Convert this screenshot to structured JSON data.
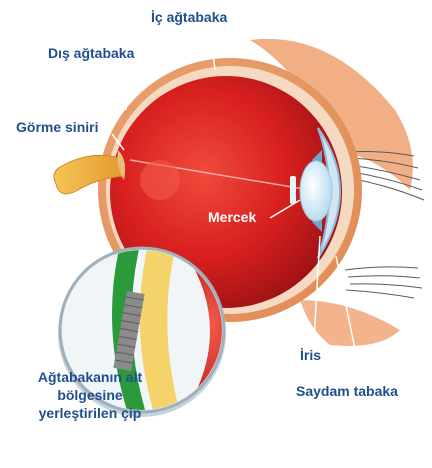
{
  "labels": {
    "ic_agtabaka": "İç ağtabaka",
    "dis_agtabaka": "Dış ağtabaka",
    "gorme_siniri": "Görme siniri",
    "mercek": "Mercek",
    "iris": "İris",
    "saydam_tabaka": "Saydam tabaka",
    "cip_line1": "Ağtabakanın alt",
    "cip_line2": "bölgesine",
    "cip_line3": "yerleştirilen çip"
  },
  "colors": {
    "label_text": "#1f4f8f",
    "eyeball_red": "#d8201f",
    "outer_orange": "#f0a060",
    "nerve_yellow": "#f2b43a",
    "chip_green": "#2a9a3a",
    "chip_yellow": "#f3d36a",
    "lens_light": "#e4f2fa",
    "iris_blue": "#9ec8e4"
  }
}
